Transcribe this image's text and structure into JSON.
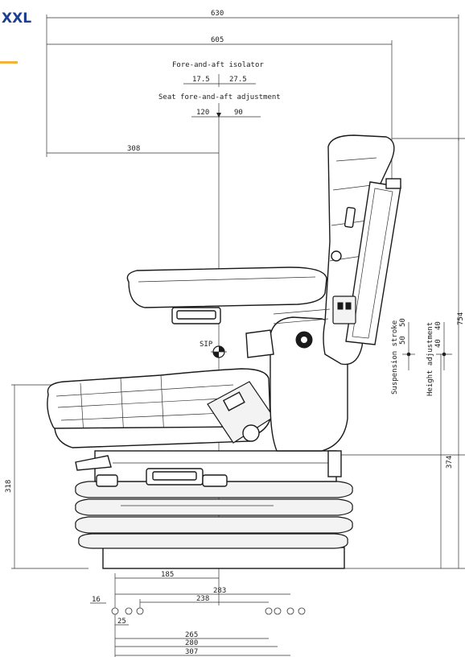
{
  "brand": {
    "text": "XXL",
    "accent_color": "#f2b33d",
    "text_color": "#1c3f8f"
  },
  "labels": {
    "fore_aft_isolator": "Fore-and-aft isolator",
    "seat_fore_aft_adjustment": "Seat fore-and-aft adjustment",
    "sip": "SIP",
    "suspension_stroke": "Suspension stroke",
    "height_adjustment": "Height adjustment"
  },
  "dimensions": {
    "overall_width": "630",
    "backrest_width": "605",
    "isolator_left": "17.5",
    "isolator_right": "27.5",
    "adjust_left": "120",
    "adjust_right": "90",
    "sip_offset": "308",
    "suspension_up": "50",
    "suspension_down": "50",
    "height_up": "40",
    "height_down": "40",
    "overall_height": "754",
    "base_height": "374",
    "cushion_height": "318",
    "d185": "185",
    "d283": "283",
    "d16": "16",
    "d238": "238",
    "d25": "25",
    "d265": "265",
    "d280": "280",
    "d307": "307"
  }
}
